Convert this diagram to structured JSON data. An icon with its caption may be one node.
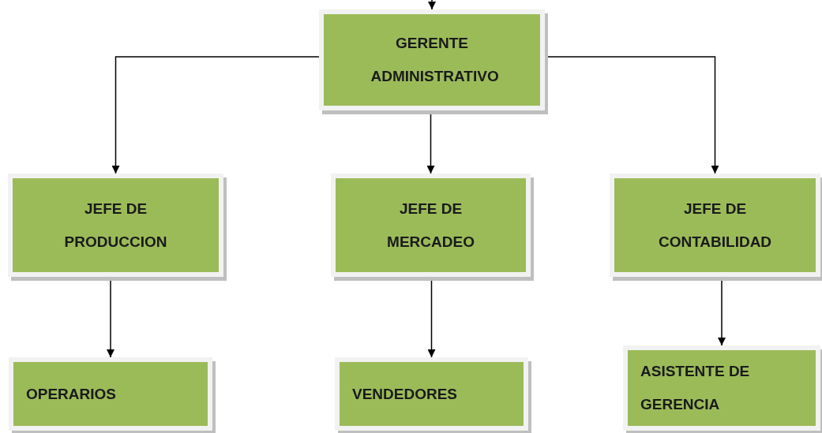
{
  "diagram": {
    "nodes": [
      {
        "text": [
          "GERENTE ADMINISTRATIVO"
        ]
      },
      {
        "text": [
          "JEFE DE PRODUCCION"
        ]
      },
      {
        "text": [
          "JEFE DE MERCADEO"
        ]
      },
      {
        "text": [
          "JEFE DE CONTABILIDAD"
        ]
      },
      {
        "text": [
          "OPERARIOS"
        ]
      },
      {
        "text": [
          "VENDEDORES"
        ]
      },
      {
        "text": [
          "ASISTENTE DE GERENCIA"
        ]
      }
    ],
    "edges": [
      {
        "from": null,
        "to": 0,
        "arrow": "to"
      },
      {
        "from": 0,
        "to": 1,
        "arrow": "to"
      },
      {
        "from": 0,
        "to": 2,
        "arrow": "to"
      },
      {
        "from": 0,
        "to": 3,
        "arrow": "to"
      },
      {
        "from": 1,
        "to": 4,
        "arrow": "to"
      },
      {
        "from": 2,
        "to": 5,
        "arrow": "to"
      },
      {
        "from": 3,
        "to": 6,
        "arrow": "to"
      }
    ]
  }
}
